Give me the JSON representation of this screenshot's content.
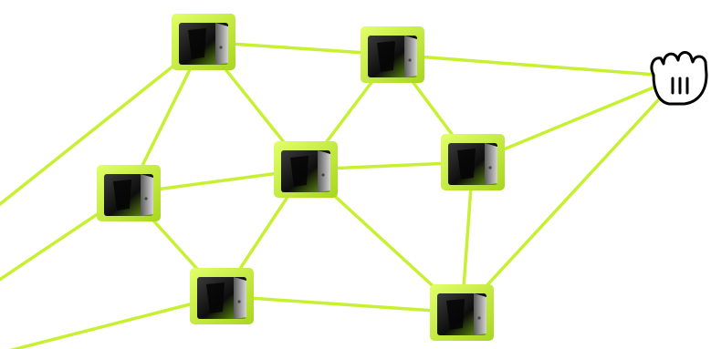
{
  "diagram": {
    "link_color": "#c8f032",
    "node_face_colors": {
      "top": "#c8f032",
      "front": "#1a1a1a",
      "side": "#8c8c8c"
    },
    "nodes": [
      {
        "id": "n1",
        "icon": "cube-icon"
      },
      {
        "id": "n2",
        "icon": "cube-icon"
      },
      {
        "id": "n3",
        "icon": "cube-icon"
      },
      {
        "id": "n4",
        "icon": "cube-icon"
      },
      {
        "id": "n5",
        "icon": "cube-icon"
      },
      {
        "id": "n6",
        "icon": "cube-icon"
      },
      {
        "id": "n7",
        "icon": "cube-icon"
      },
      {
        "id": "n8",
        "icon": "cube-icon"
      }
    ],
    "edges": [
      [
        "n1",
        "n2"
      ],
      [
        "n1",
        "n4"
      ],
      [
        "n1",
        "n5"
      ],
      [
        "n2",
        "n5"
      ],
      [
        "n2",
        "n3"
      ],
      [
        "n2",
        "hand"
      ],
      [
        "n3",
        "n5"
      ],
      [
        "n3",
        "hand"
      ],
      [
        "n3",
        "n8"
      ],
      [
        "n4",
        "n5"
      ],
      [
        "n4",
        "n6"
      ],
      [
        "n5",
        "n6"
      ],
      [
        "n5",
        "n8"
      ],
      [
        "n6",
        "n8"
      ],
      [
        "n8",
        "hand"
      ],
      [
        "n1",
        "edge-left-1"
      ],
      [
        "n4",
        "edge-left-2"
      ],
      [
        "n6",
        "edge-left-3"
      ]
    ],
    "cursor": {
      "icon": "grab-hand-icon"
    }
  }
}
